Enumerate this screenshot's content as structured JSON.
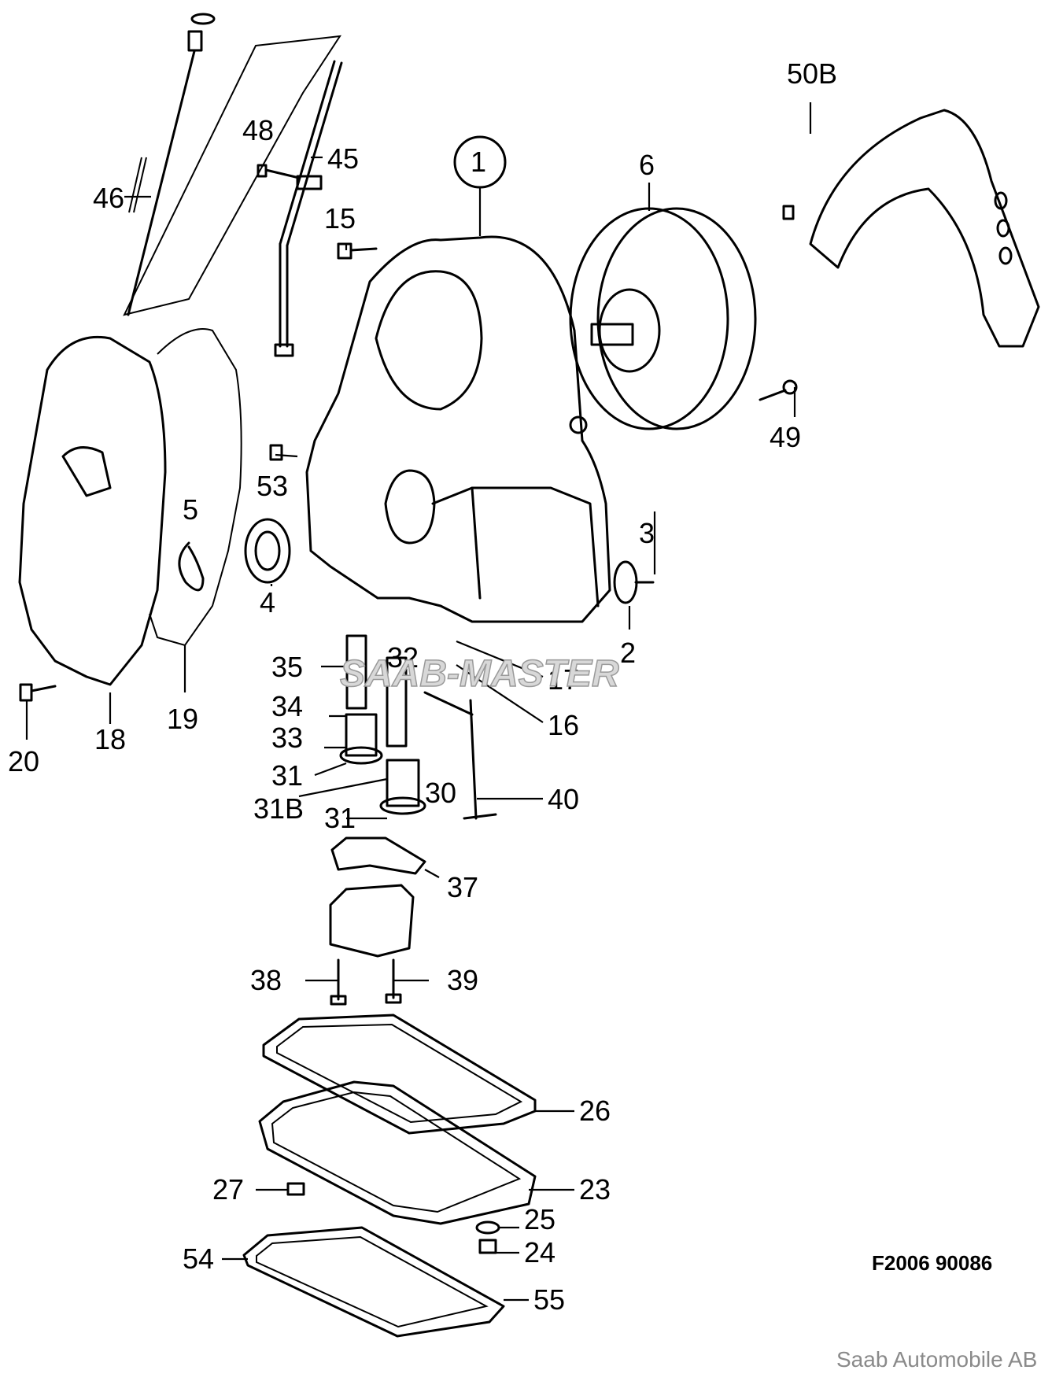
{
  "watermark": "SAAB-MASTER",
  "drawing_code": "F2006 90086",
  "copyright": "Saab Automobile AB",
  "callouts": [
    {
      "id": "c1",
      "label": "1",
      "circled": true
    },
    {
      "id": "c2",
      "label": "2"
    },
    {
      "id": "c3",
      "label": "3"
    },
    {
      "id": "c4",
      "label": "4"
    },
    {
      "id": "c5",
      "label": "5"
    },
    {
      "id": "c6",
      "label": "6"
    },
    {
      "id": "c15",
      "label": "15"
    },
    {
      "id": "c16",
      "label": "16"
    },
    {
      "id": "c17",
      "label": "17"
    },
    {
      "id": "c18",
      "label": "18"
    },
    {
      "id": "c19",
      "label": "19"
    },
    {
      "id": "c20",
      "label": "20"
    },
    {
      "id": "c23",
      "label": "23"
    },
    {
      "id": "c24",
      "label": "24"
    },
    {
      "id": "c25",
      "label": "25"
    },
    {
      "id": "c26",
      "label": "26"
    },
    {
      "id": "c27",
      "label": "27"
    },
    {
      "id": "c30",
      "label": "30"
    },
    {
      "id": "c31a",
      "label": "31"
    },
    {
      "id": "c31b",
      "label": "31"
    },
    {
      "id": "c31B",
      "label": "31B"
    },
    {
      "id": "c32",
      "label": "32"
    },
    {
      "id": "c33",
      "label": "33"
    },
    {
      "id": "c34",
      "label": "34"
    },
    {
      "id": "c35",
      "label": "35"
    },
    {
      "id": "c37",
      "label": "37"
    },
    {
      "id": "c38",
      "label": "38"
    },
    {
      "id": "c39",
      "label": "39"
    },
    {
      "id": "c40",
      "label": "40"
    },
    {
      "id": "c45",
      "label": "45"
    },
    {
      "id": "c46",
      "label": "46"
    },
    {
      "id": "c48",
      "label": "48"
    },
    {
      "id": "c49",
      "label": "49"
    },
    {
      "id": "c50B",
      "label": "50B"
    },
    {
      "id": "c53",
      "label": "53"
    },
    {
      "id": "c54",
      "label": "54"
    },
    {
      "id": "c55",
      "label": "55"
    }
  ]
}
